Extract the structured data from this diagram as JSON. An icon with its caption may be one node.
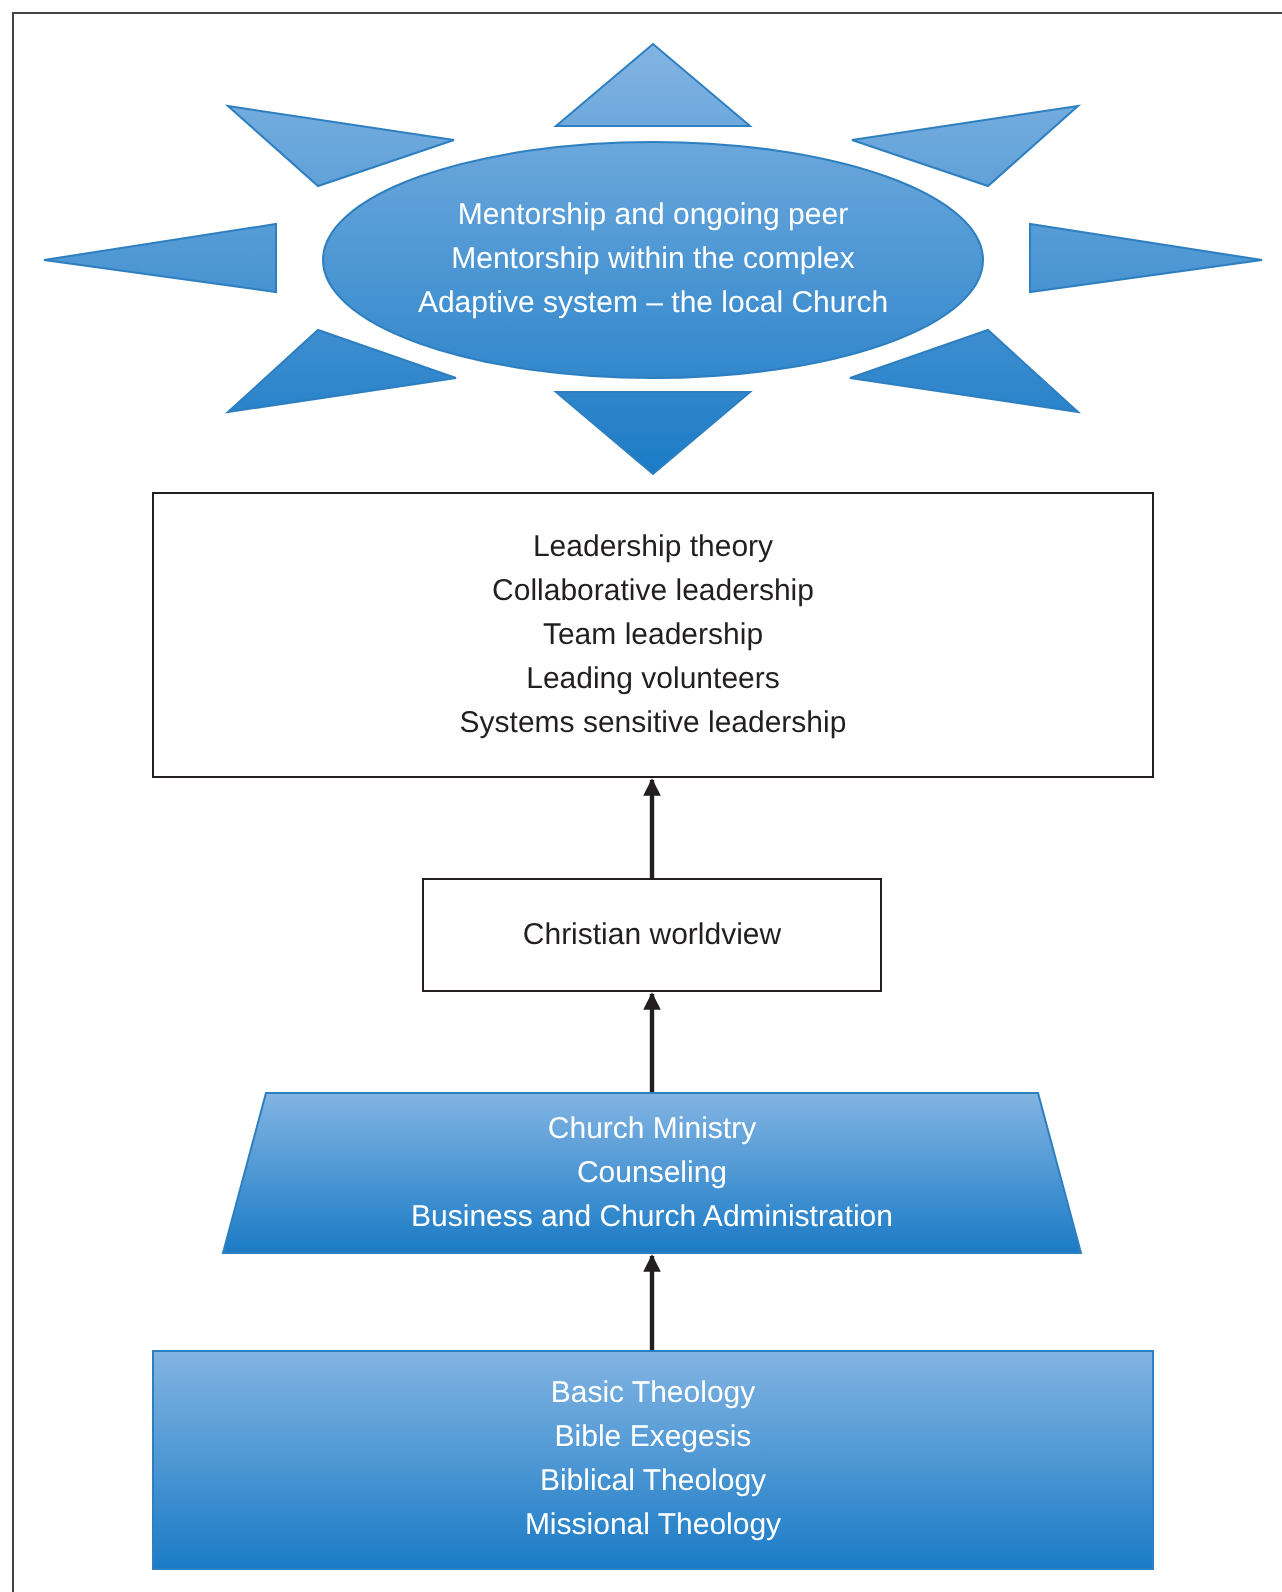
{
  "diagram": {
    "nodes": [
      {
        "text": [
          "Mentorship and ongoing peer",
          "Mentorship within the complex",
          "Adaptive system – the local Church"
        ]
      },
      {
        "text": [
          "Leadership theory",
          "Collaborative leadership",
          "Team leadership",
          "Leading volunteers",
          "Systems sensitive leadership"
        ]
      },
      {
        "text": [
          "Christian worldview"
        ]
      },
      {
        "text": [
          "Church Ministry",
          "Counseling",
          "Business and Church Administration"
        ]
      },
      {
        "text": [
          "Basic Theology",
          "Bible Exegesis",
          "Biblical Theology",
          "Missional Theology"
        ]
      }
    ],
    "edges": [
      {
        "from": 4,
        "to": 3,
        "arrow": "to"
      },
      {
        "from": 3,
        "to": 2,
        "arrow": "to"
      },
      {
        "from": 2,
        "to": 1,
        "arrow": "to"
      }
    ]
  }
}
